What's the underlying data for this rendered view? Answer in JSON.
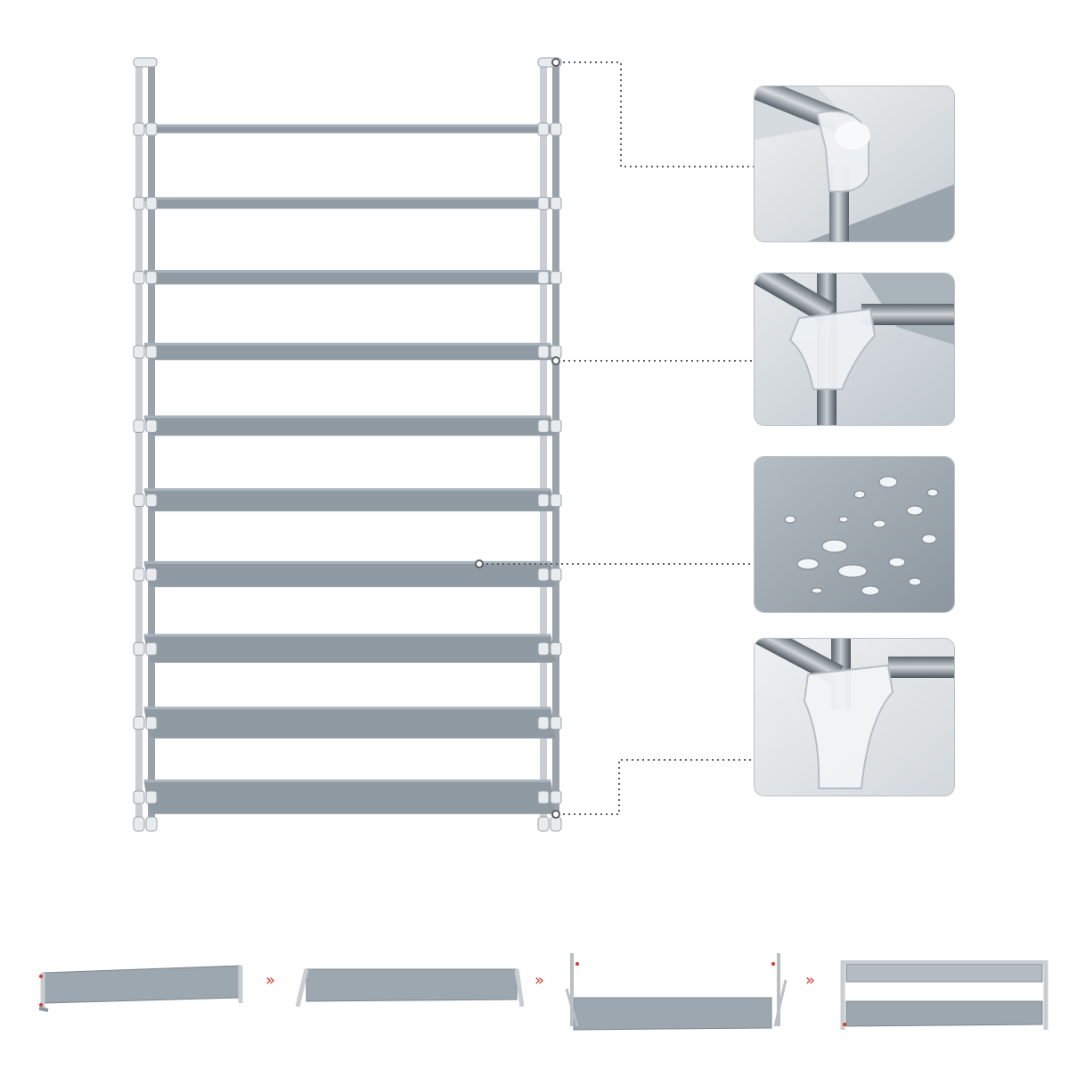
{
  "product": {
    "shelf_tiers": 10,
    "colors": {
      "frame": "#c9ced3",
      "frame_shadow": "#9aa2aa",
      "shelf_fabric": "#8f9aa3",
      "shelf_fabric_light": "#a9b3bb",
      "connector": "#e8ecef",
      "callout_line": "#5a5f64",
      "step_arrow": "#d33a2c"
    }
  },
  "callouts": [
    {
      "target": "top-corner-connector",
      "icon": "elbow-connector-icon"
    },
    {
      "target": "middle-t-connector",
      "icon": "t-connector-icon"
    },
    {
      "target": "waterproof-fabric",
      "icon": "water-droplets-icon"
    },
    {
      "target": "foot-connector",
      "icon": "foot-connector-icon"
    }
  ],
  "assembly_steps": [
    {
      "step": 1,
      "icon": "shelf-with-side-bars-icon"
    },
    {
      "step": 2,
      "icon": "shelf-with-side-bars-icon"
    },
    {
      "step": 3,
      "icon": "shelf-with-uprights-icon"
    },
    {
      "step": 4,
      "icon": "two-tier-shelf-icon"
    }
  ]
}
